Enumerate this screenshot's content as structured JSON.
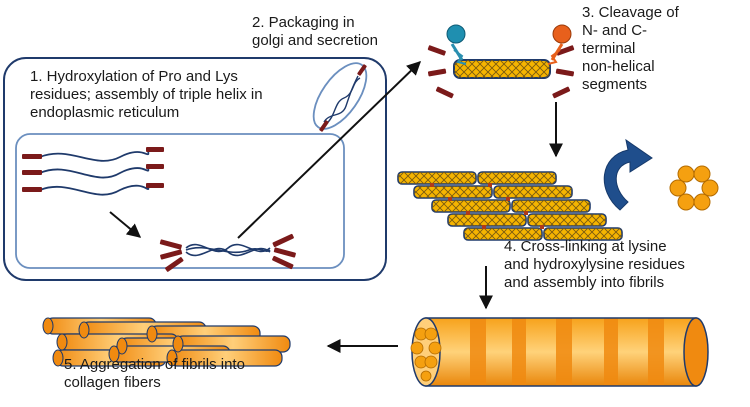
{
  "steps": {
    "step1": {
      "lines": [
        "1. Hydroxylation of Pro and Lys",
        "residues; assembly of triple helix in",
        "endoplasmic reticulum"
      ]
    },
    "step2": {
      "lines": [
        "2. Packaging in",
        "golgi and secretion"
      ]
    },
    "step3": {
      "lines": [
        "3. Cleavage of",
        "N- and C-",
        "terminal",
        "non-helical",
        "segments"
      ]
    },
    "step4": {
      "lines": [
        "4. Cross-linking at lysine",
        "and hydroxylysine residues",
        "and assembly into fibrils"
      ]
    },
    "step5": {
      "lines": [
        "5. Aggregation of fibrils into",
        "collagen fibers"
      ]
    }
  },
  "colors": {
    "fibril_fill": "#f5b400",
    "fibril_outline": "#1f3a6b",
    "hatch": "#7a5a10",
    "propeptide": "#7b1a1a",
    "helix": "#1f3a6b",
    "compartment_outline": "#1f3a6b",
    "er_outline": "#6b8fbf",
    "cleave_enzyme_left": "#2a8fb0",
    "cleave_enzyme_right": "#e8601c",
    "rotate_arrow": "#1f4e8c",
    "crosslink": "#b03a1a",
    "orange_band": "#f08a10",
    "light_band": "#ffcf7a"
  },
  "icons": [
    "collagen-triple-helix",
    "procollagen-molecule",
    "secretory-vesicle",
    "cleavage-enzyme",
    "rotation-arrow",
    "fibril-cross-section",
    "collagen-fibril",
    "collagen-fiber-bundle"
  ]
}
